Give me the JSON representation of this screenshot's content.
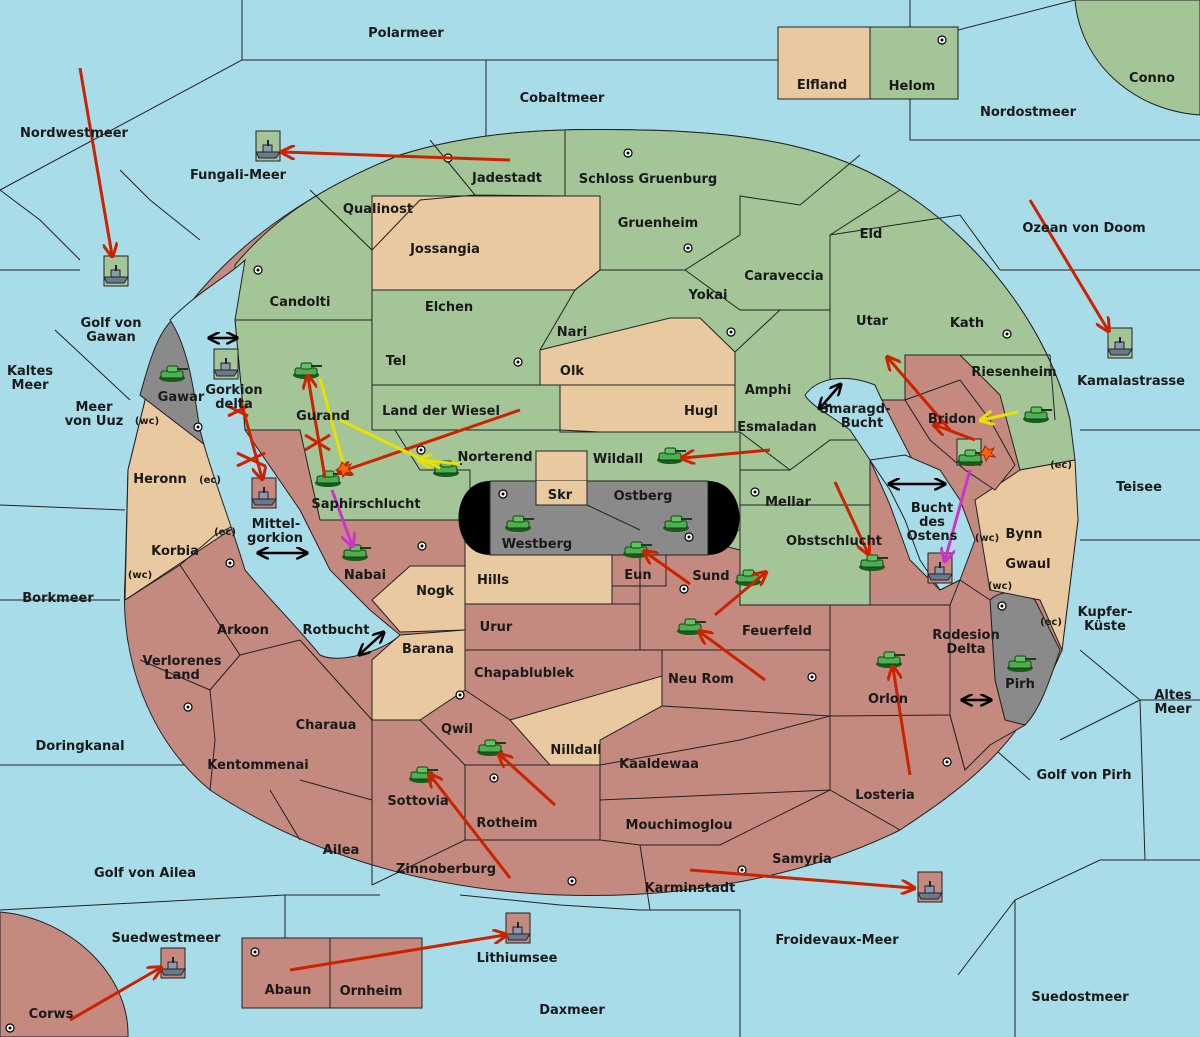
{
  "colors": {
    "sea": "#a8dce8",
    "green": "#a3c597",
    "red": "#c48a80",
    "tan": "#e8c9a0",
    "grey": "#8a8a8a",
    "move_arrow": "#cc2200",
    "support_arrow": "#e8e000",
    "convoy_arrow": "#cc33cc"
  },
  "regions": {
    "polarmeer": "Polarmeer",
    "cobaltmeer": "Cobaltmeer",
    "nordostmeer": "Nordostmeer",
    "nordwestmeer": "Nordwestmeer",
    "fungali": "Fungali-Meer",
    "elfland": "Elfland",
    "helom": "Helom",
    "conno": "Conno",
    "jadestadt": "Jadestadt",
    "schloss": "Schloss Gruenburg",
    "qualinost": "Qualinost",
    "jossangia": "Jossangia",
    "gruenheim": "Gruenheim",
    "eld": "Eld",
    "ozean": "Ozean von Doom",
    "candolti": "Candolti",
    "caraveccia": "Caraveccia",
    "yokai": "Yokai",
    "elchen": "Elchen",
    "nari": "Nari",
    "utar": "Utar",
    "kath": "Kath",
    "golf_gawan_1": "Golf von",
    "golf_gawan_2": "Gawan",
    "kaltes_1": "Kaltes",
    "kaltes_2": "Meer",
    "tel": "Tel",
    "olk": "Olk",
    "amphi": "Amphi",
    "riesenheim": "Riesenheim",
    "kamalastrasse": "Kamalastrasse",
    "gawar": "Gawar",
    "gorkion_1": "Gorkion",
    "gorkion_2": "delta",
    "uuz_1": "Meer",
    "uuz_2": "von Uuz",
    "gurand": "Gurand",
    "wiesel": "Land der Wiesel",
    "hugl": "Hugl",
    "smaragd_1": "Smaragd-",
    "smaragd_2": "Bucht",
    "bridon": "Bridon",
    "esmaladan": "Esmaladan",
    "norterend": "Norterend",
    "wildall": "Wildall",
    "heronn": "Heronn",
    "skr": "Skr",
    "ostberg": "Ostberg",
    "teisee": "Teisee",
    "saphir": "Saphirschlucht",
    "mellar": "Mellar",
    "mittel_1": "Mittel-",
    "mittel_2": "gorkion",
    "bucht_1": "Bucht",
    "bucht_2": "des",
    "bucht_3": "Ostens",
    "westberg": "Westberg",
    "bynn": "Bynn",
    "korbia": "Korbia",
    "obstschlucht": "Obstschlucht",
    "gwaul": "Gwaul",
    "nabai": "Nabai",
    "eun": "Eun",
    "sund": "Sund",
    "hills": "Hills",
    "nogk": "Nogk",
    "borkmeer": "Borkmeer",
    "kupfer_1": "Kupfer-",
    "kupfer_2": "Küste",
    "arkoon": "Arkoon",
    "rotbucht": "Rotbucht",
    "urur": "Urur",
    "feuerfeld": "Feuerfeld",
    "rodesion_1": "Rodesion",
    "rodesion_2": "Delta",
    "barana": "Barana",
    "verlorenes_1": "Verlorenes",
    "verlorenes_2": "Land",
    "chapa": "Chapablublek",
    "neurom": "Neu Rom",
    "pirh": "Pirh",
    "orlon": "Orlon",
    "altes_1": "Altes",
    "altes_2": "Meer",
    "charaua": "Charaua",
    "qwil": "Qwil",
    "nilldall": "Nilldall",
    "doringkanal": "Doringkanal",
    "kentommenai": "Kentommenai",
    "kaaldewaa": "Kaaldewaa",
    "golf_pirh": "Golf von Pirh",
    "losteria": "Losteria",
    "sottovia": "Sottovia",
    "rotheim": "Rotheim",
    "mouchi": "Mouchimoglou",
    "ailea": "Ailea",
    "samyria": "Samyria",
    "golf_ailea": "Golf von Ailea",
    "zinnoberburg": "Zinnoberburg",
    "karminstadt": "Karminstadt",
    "suedwestmeer": "Suedwestmeer",
    "froidevaux": "Froidevaux-Meer",
    "lithiumsee": "Lithiumsee",
    "abaun": "Abaun",
    "ornheim": "Ornheim",
    "corws": "Corws",
    "daxmeer": "Daxmeer",
    "suedostmeer": "Suedostmeer"
  },
  "coast_tags": {
    "wc": "(wc)",
    "ec": "(ec)"
  }
}
